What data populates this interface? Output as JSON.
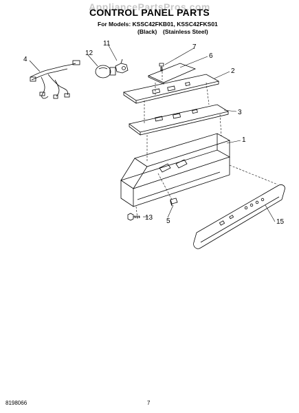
{
  "header": {
    "watermark": "AppliancePartsPros.com",
    "title": "CONTROL PANEL PARTS",
    "models_line": "For Models: KSSC42FKB01, KSSC42FKS01",
    "variant_black": "(Black)",
    "variant_stainless": "(Stainless Steel)"
  },
  "callouts": {
    "c1": "1",
    "c2": "2",
    "c3": "3",
    "c4": "4",
    "c5": "5",
    "c6": "6",
    "c7": "7",
    "c11": "11",
    "c12": "12",
    "c13": "13",
    "c15": "15"
  },
  "footer": {
    "doc_number": "8198066",
    "page_number": "7"
  }
}
